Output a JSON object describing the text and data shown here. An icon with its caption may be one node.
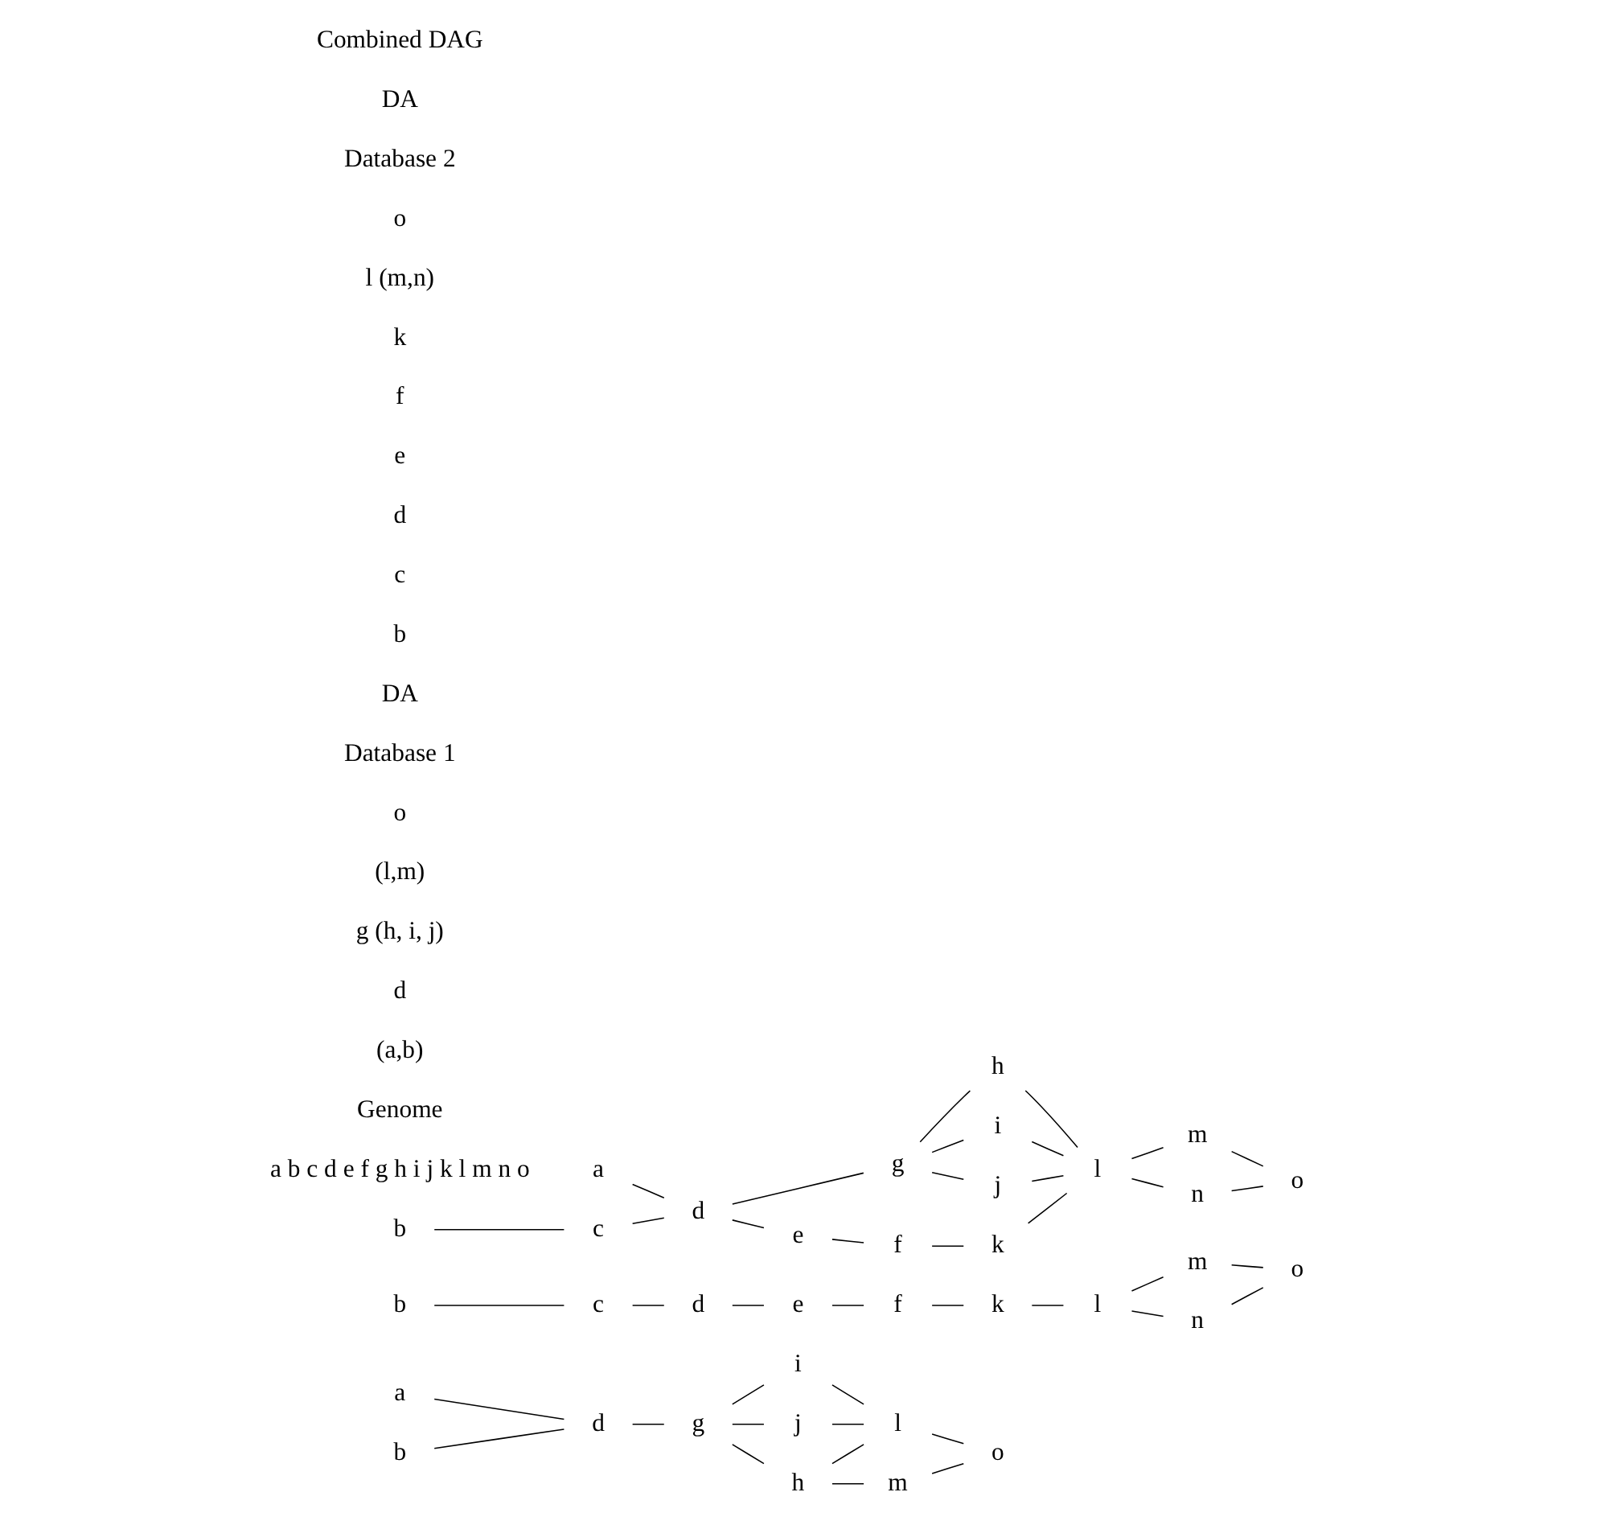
{
  "diagram": {
    "nodes": [
      {
        "text": [
          "a"
        ]
      },
      {
        "text": [
          "d"
        ]
      },
      {
        "text": [
          "b"
        ]
      },
      {
        "text": [
          "g"
        ]
      },
      {
        "text": [
          "h"
        ]
      },
      {
        "text": [
          "i"
        ]
      },
      {
        "text": [
          "j"
        ]
      },
      {
        "text": [
          "l"
        ]
      },
      {
        "text": [
          "m"
        ]
      },
      {
        "text": [
          "o"
        ]
      },
      {
        "text": [
          "b"
        ]
      },
      {
        "text": [
          "c"
        ]
      },
      {
        "text": [
          "d"
        ]
      },
      {
        "text": [
          "e"
        ]
      },
      {
        "text": [
          "f"
        ]
      },
      {
        "text": [
          "k"
        ]
      },
      {
        "text": [
          "l"
        ]
      },
      {
        "text": [
          "m"
        ]
      },
      {
        "text": [
          "o"
        ]
      },
      {
        "text": [
          "n"
        ]
      },
      {
        "text": [
          "a"
        ]
      },
      {
        "text": [
          "d"
        ]
      },
      {
        "text": [
          "b"
        ]
      },
      {
        "text": [
          "c"
        ]
      },
      {
        "text": [
          "g"
        ]
      },
      {
        "text": [
          "h"
        ]
      },
      {
        "text": [
          "i"
        ]
      },
      {
        "text": [
          "j"
        ]
      },
      {
        "text": [
          "l"
        ]
      },
      {
        "text": [
          "m"
        ]
      },
      {
        "text": [
          "o"
        ]
      },
      {
        "text": [
          "n"
        ]
      },
      {
        "text": [
          "e"
        ]
      },
      {
        "text": [
          "f"
        ]
      },
      {
        "text": [
          "k"
        ]
      }
    ],
    "edges": [
      {
        "from": 0,
        "to": 1,
        "arrow": "none"
      },
      {
        "from": 2,
        "to": 1,
        "arrow": "none"
      },
      {
        "from": 1,
        "to": 3,
        "arrow": "none"
      },
      {
        "from": 3,
        "to": 4,
        "arrow": "none"
      },
      {
        "from": 3,
        "to": 5,
        "arrow": "none"
      },
      {
        "from": 3,
        "to": 6,
        "arrow": "none"
      },
      {
        "from": 4,
        "to": 7,
        "arrow": "none"
      },
      {
        "from": 4,
        "to": 8,
        "arrow": "none"
      },
      {
        "from": 5,
        "to": 7,
        "arrow": "none"
      },
      {
        "from": 6,
        "to": 7,
        "arrow": "none"
      },
      {
        "from": 7,
        "to": 9,
        "arrow": "none"
      },
      {
        "from": 8,
        "to": 9,
        "arrow": "none"
      },
      {
        "from": 10,
        "to": 11,
        "arrow": "none"
      },
      {
        "from": 11,
        "to": 12,
        "arrow": "none"
      },
      {
        "from": 12,
        "to": 13,
        "arrow": "none"
      },
      {
        "from": 13,
        "to": 14,
        "arrow": "none"
      },
      {
        "from": 14,
        "to": 15,
        "arrow": "none"
      },
      {
        "from": 15,
        "to": 16,
        "arrow": "none"
      },
      {
        "from": 16,
        "to": 17,
        "arrow": "none"
      },
      {
        "from": 17,
        "to": 18,
        "arrow": "none"
      },
      {
        "from": 16,
        "to": 19,
        "arrow": "none"
      },
      {
        "from": 19,
        "to": 18,
        "arrow": "none"
      },
      {
        "from": 20,
        "to": 21,
        "arrow": "none"
      },
      {
        "from": 22,
        "to": 23,
        "arrow": "none"
      },
      {
        "from": 23,
        "to": 21,
        "arrow": "none"
      },
      {
        "from": 21,
        "to": 24,
        "arrow": "none"
      },
      {
        "from": 21,
        "to": 32,
        "arrow": "none"
      },
      {
        "from": 24,
        "to": 25,
        "arrow": "none"
      },
      {
        "from": 24,
        "to": 26,
        "arrow": "none"
      },
      {
        "from": 24,
        "to": 27,
        "arrow": "none"
      },
      {
        "from": 25,
        "to": 28,
        "arrow": "none"
      },
      {
        "from": 26,
        "to": 28,
        "arrow": "none"
      },
      {
        "from": 27,
        "to": 28,
        "arrow": "none"
      },
      {
        "from": 34,
        "to": 28,
        "arrow": "none"
      },
      {
        "from": 28,
        "to": 29,
        "arrow": "none"
      },
      {
        "from": 29,
        "to": 30,
        "arrow": "none"
      },
      {
        "from": 28,
        "to": 31,
        "arrow": "none"
      },
      {
        "from": 31,
        "to": 30,
        "arrow": "none"
      },
      {
        "from": 32,
        "to": 33,
        "arrow": "none"
      },
      {
        "from": 33,
        "to": 34,
        "arrow": "none"
      }
    ],
    "labels": [
      "a b c d e f g h i j k l m n o",
      "Genome",
      "(a,b)",
      "d",
      "g (h, i, j)",
      "(l,m)",
      "o",
      "Database 1",
      "DA",
      "b",
      "c",
      "d",
      "e",
      "f",
      "k",
      "l (m,n)",
      "o",
      "Database 2",
      "DA",
      "Combined DAG"
    ]
  }
}
